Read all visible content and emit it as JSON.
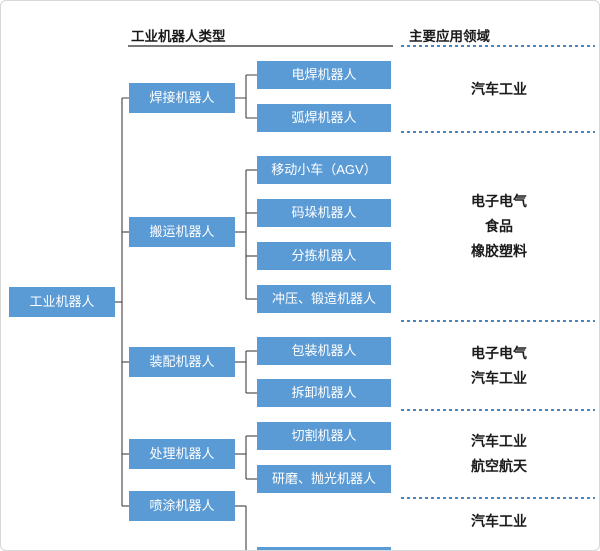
{
  "header": {
    "left_title": "工业机器人类型",
    "right_title": "主要应用领域"
  },
  "tree": {
    "root": "工业机器人",
    "branches": [
      {
        "label": "焊接机器人",
        "children": [
          "电焊机器人",
          "弧焊机器人"
        ],
        "application": "汽车工业"
      },
      {
        "label": "搬运机器人",
        "children": [
          "移动小车（AGV）",
          "码垛机器人",
          "分拣机器人",
          "冲压、锻造机器人"
        ],
        "application": "电子电气\n食品\n橡胶塑料"
      },
      {
        "label": "装配机器人",
        "children": [
          "包装机器人",
          "拆卸机器人"
        ],
        "application": "电子电气\n汽车工业"
      },
      {
        "label": "处理机器人",
        "children": [
          "切割机器人",
          "研磨、抛光机器人"
        ],
        "application": "汽车工业\n航空航天"
      },
      {
        "label": "喷涂机器人",
        "children": [],
        "application": "汽车工业"
      }
    ]
  },
  "colors": {
    "box": "#5B9BD5",
    "dashed": "#2E75B6",
    "connector": "#404040"
  }
}
